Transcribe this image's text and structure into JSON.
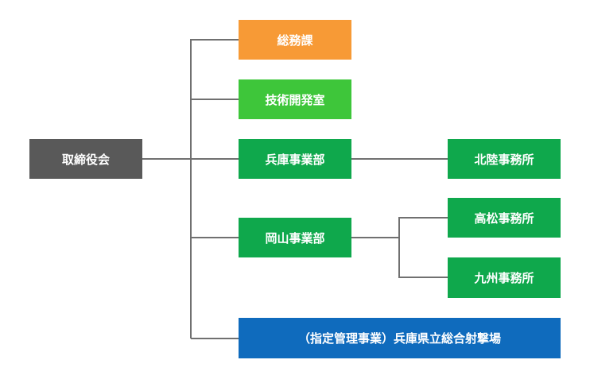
{
  "org_chart": {
    "root": {
      "label": "取締役会",
      "color": "#595959"
    },
    "departments": [
      {
        "id": "general_affairs",
        "label": "総務課",
        "color": "#f79a36"
      },
      {
        "id": "tech_dev",
        "label": "技術開発室",
        "color": "#3ec63a"
      },
      {
        "id": "hyogo",
        "label": "兵庫事業部",
        "color": "#0fa84c"
      },
      {
        "id": "okayama",
        "label": "岡山事業部",
        "color": "#0fa84c"
      },
      {
        "id": "range",
        "label": "（指定管理事業）兵庫県立総合射撃場",
        "color": "#0f6bbd"
      }
    ],
    "offices": [
      {
        "id": "hokuriku",
        "parent": "hyogo",
        "label": "北陸事務所",
        "color": "#0fa84c"
      },
      {
        "id": "takamatsu",
        "parent": "okayama",
        "label": "高松事務所",
        "color": "#0fa84c"
      },
      {
        "id": "kyushu",
        "parent": "okayama",
        "label": "九州事務所",
        "color": "#0fa84c"
      }
    ],
    "connector_color": "#707070"
  }
}
